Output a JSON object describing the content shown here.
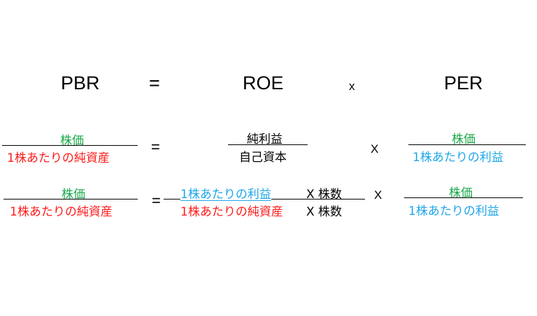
{
  "colors": {
    "green": "#1aa84a",
    "red": "#ff1a1a",
    "blue": "#1ea6e8",
    "black": "#000000"
  },
  "row1": {
    "lhs": "PBR",
    "eq": "=",
    "term1": "ROE",
    "times": "x",
    "term2": "PER"
  },
  "row2": {
    "lhs": {
      "numerator": "株価",
      "denominator": "1株あたりの純資産"
    },
    "eq": "=",
    "term1": {
      "numerator": "純利益",
      "denominator": "自己資本"
    },
    "times": "X",
    "term2": {
      "numerator": "株価",
      "denominator": "1株あたりの利益"
    }
  },
  "row3": {
    "lhs": {
      "numerator": "株価",
      "denominator": "1株あたりの純資産"
    },
    "eq": "=",
    "term1": {
      "numerator": "1株あたりの利益",
      "numerator_mult": "X 株数",
      "denominator": "1株あたりの純資産",
      "denominator_mult": "X 株数"
    },
    "times": "X",
    "term2": {
      "numerator": "株価",
      "denominator": "1株あたりの利益"
    }
  }
}
